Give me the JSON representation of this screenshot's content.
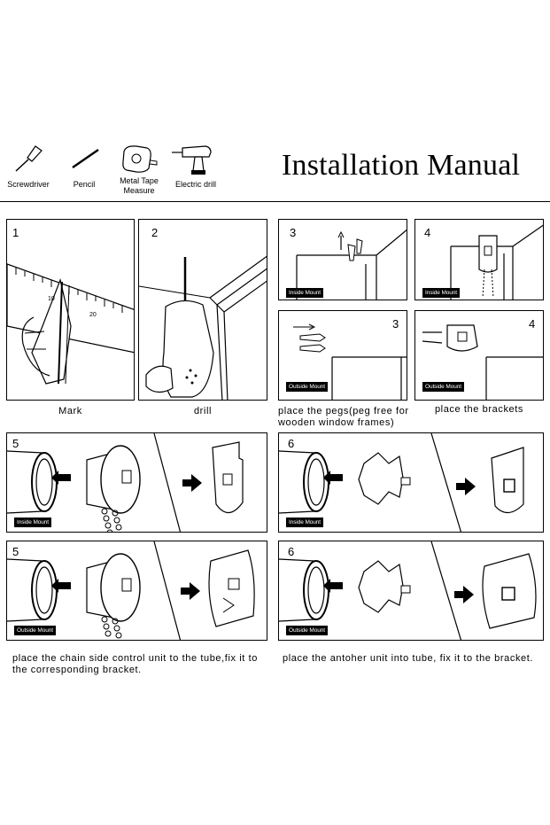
{
  "tools": [
    {
      "icon": "screwdriver-icon",
      "label": "Screwdriver"
    },
    {
      "icon": "pencil-icon",
      "label": "Pencil"
    },
    {
      "icon": "tape-measure-icon",
      "label": "Metal Tape Measure"
    },
    {
      "icon": "electric-drill-icon",
      "label": "Electric drill"
    }
  ],
  "title": "Installation Manual",
  "steps": {
    "s1": {
      "num": "1",
      "caption": "Mark"
    },
    "s2": {
      "num": "2",
      "caption": "drill"
    },
    "s3a": {
      "num": "3",
      "tag": "Inside Mount"
    },
    "s4a": {
      "num": "4",
      "tag": "Inside Mount"
    },
    "s3b": {
      "num": "3",
      "tag": "Outside Mount"
    },
    "s4b": {
      "num": "4",
      "tag": "Outside Mount"
    },
    "s3_caption": "place the pegs(peg free for wooden window frames)",
    "s4_caption": "place the brackets",
    "s5a": {
      "num": "5",
      "tag": "Inside Mount"
    },
    "s6a": {
      "num": "6",
      "tag": "Inside Mount"
    },
    "s5b": {
      "num": "5",
      "tag": "Outside Mount"
    },
    "s6b": {
      "num": "6",
      "tag": "Outside Mount"
    },
    "s5_caption": "place the chain side control unit to the tube,fix it to the corresponding bracket.",
    "s6_caption": "place the antoher  unit  into tube, fix it to the bracket."
  },
  "ruler_ticks": [
    "10",
    "20"
  ]
}
